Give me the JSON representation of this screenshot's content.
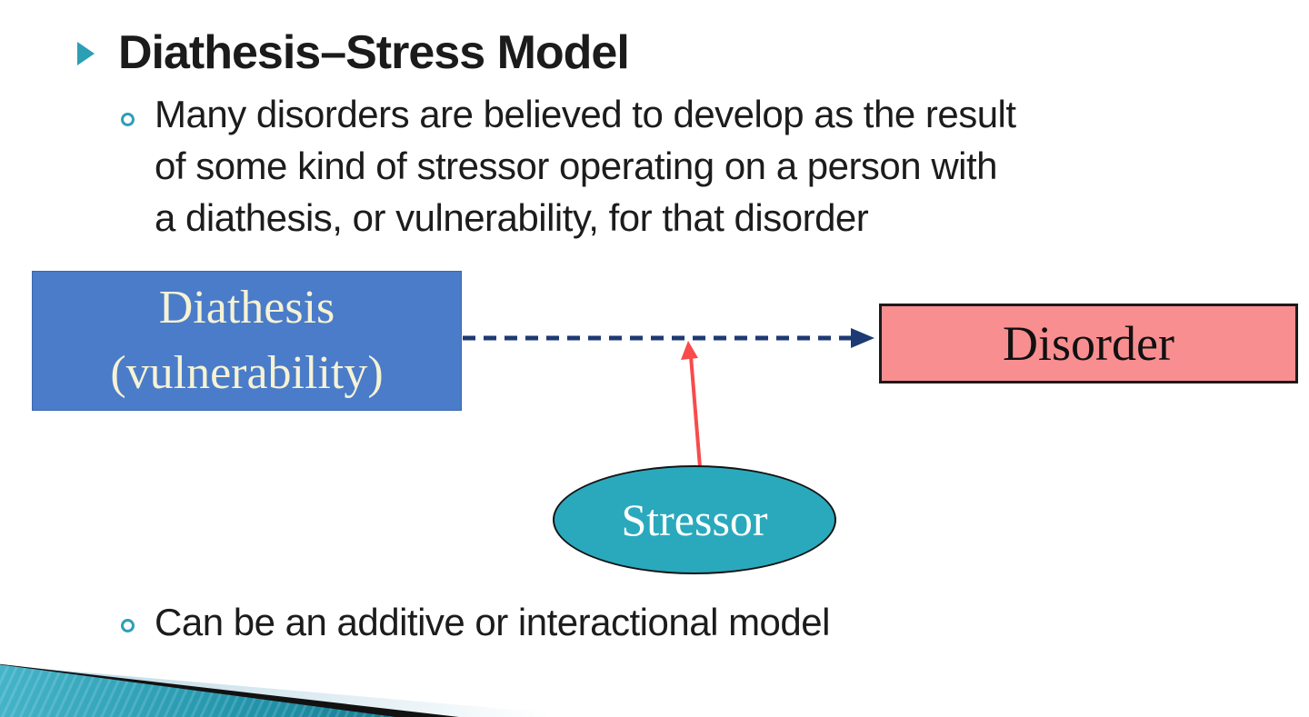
{
  "slide": {
    "title": "Diathesis–Stress Model",
    "bullet1": {
      "lines": [
        "Many disorders are believed to develop as the result",
        "of some kind of stressor operating on a person with",
        "a diathesis, or vulnerability, for that disorder"
      ]
    },
    "bullet2": "Can be an additive or interactional model",
    "diagram": {
      "diathesis_line1": "Diathesis",
      "diathesis_line2": "(vulnerability)",
      "disorder": "Disorder",
      "stressor": "Stressor"
    },
    "colors": {
      "accent_teal": "#2d9fb5",
      "box_blue": "#4a7cc9",
      "box_blue_text": "#f6f2d4",
      "box_pink": "#f98e91",
      "ellipse_teal": "#2aa9bd",
      "arrow_navy": "#1e3a75",
      "arrow_red": "#f84b4b",
      "footer_teal": "#2496ac"
    }
  }
}
